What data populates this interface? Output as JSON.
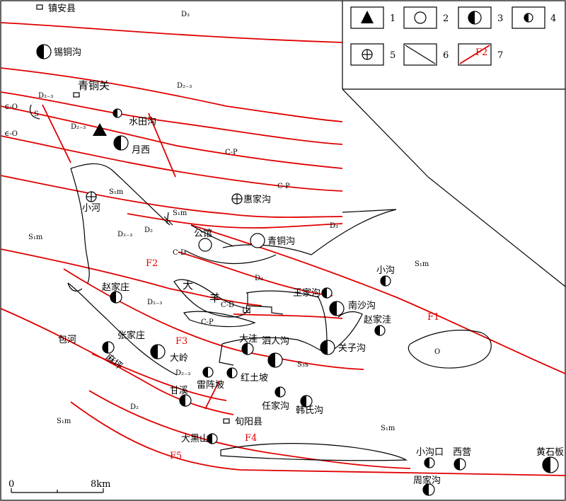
{
  "legend": {
    "items": [
      {
        "num": "1",
        "icon": "triangle-icon"
      },
      {
        "num": "2",
        "icon": "open-circle-icon"
      },
      {
        "num": "3",
        "icon": "half-filled-circle-icon"
      },
      {
        "num": "4",
        "icon": "small-half-circle-icon"
      },
      {
        "num": "5",
        "icon": "crossed-circle-icon"
      },
      {
        "num": "6",
        "icon": "boundary-line-icon"
      },
      {
        "num": "7",
        "icon": "fault-line-icon",
        "swatch_label": "F2"
      }
    ]
  },
  "places": {
    "zhenan": "镇安县",
    "xitonggou": "锡铜沟",
    "qingtongguan": "青铜关",
    "shuitiangou": "水田沟",
    "yuexi": "月西",
    "xiaohe": "小河",
    "huijiagou": "惠家沟",
    "gongguan": "公馆",
    "qingtonggou": "青铜沟",
    "xiaogou": "小沟",
    "zhaojiazhuang": "赵家庄",
    "wangjiagou": "王家沟",
    "nanshagou": "南沙沟",
    "zhaojiawa": "赵家洼",
    "zhangjiazhuang": "张家庄",
    "daling": "大岭",
    "dawa": "大洼",
    "sirengou": "泗人沟",
    "guanzigou": "关子沟",
    "baohe": "包河",
    "maping": "麻坪",
    "leizhenpo": "雷阵坡",
    "hongtupo": "红土坡",
    "ganxi": "甘溪",
    "renjiagou": "任家沟",
    "hanshigou": "韩氏沟",
    "xunyang": "旬阳县",
    "daheishan": "大黑山",
    "xiaogoukou": "小沟口",
    "xiying": "西营",
    "huangshiban": "黄石板",
    "zhoujiagou": "周家沟",
    "dayangshan": [
      "大",
      "羊",
      "山"
    ]
  },
  "strata": {
    "D3": "D₃",
    "D23": "D₂₋₃",
    "D2": "D₂",
    "S1m": "S₁m",
    "S3s": "S₃s",
    "CO": "∈-O",
    "S": "S",
    "CP": "C-P",
    "CD": "C-D",
    "O": "O"
  },
  "faults": [
    "F1",
    "F2",
    "F3",
    "F4",
    "F5"
  ],
  "scale": {
    "start": "0",
    "end": "8km"
  },
  "colors": {
    "fault": "#e00000",
    "boundary": "#000000"
  }
}
